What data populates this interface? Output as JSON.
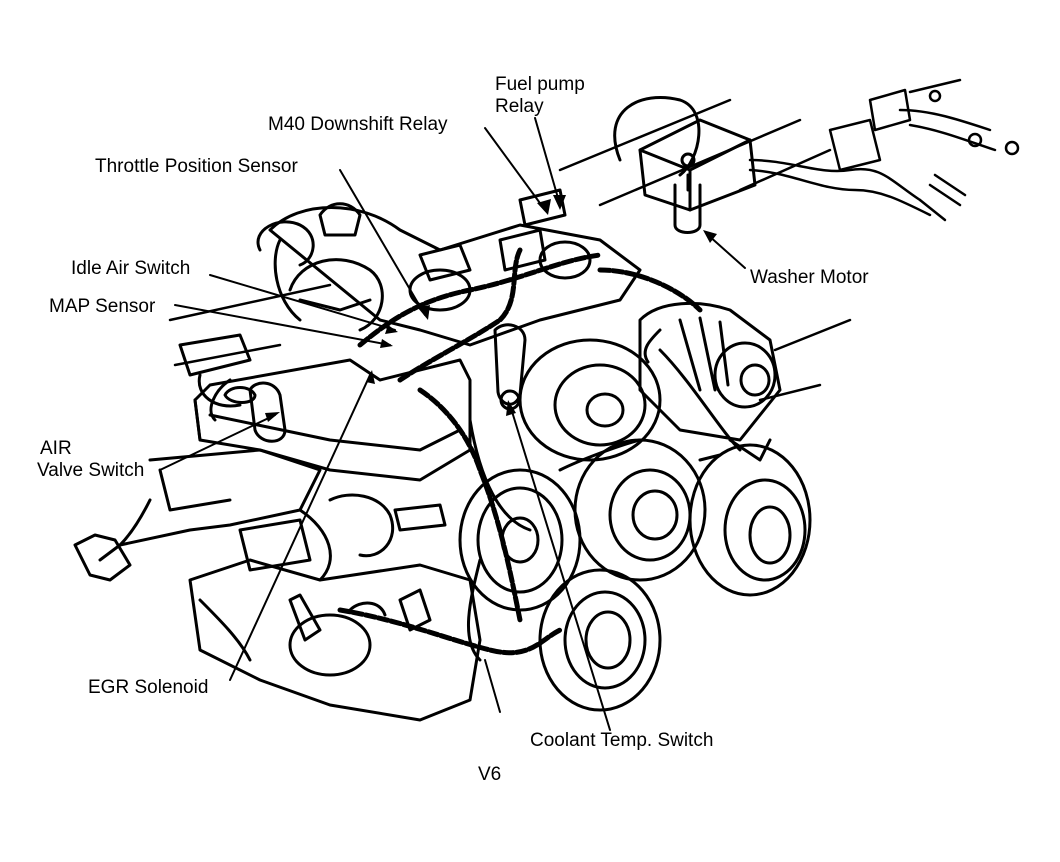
{
  "diagram": {
    "caption": "V6",
    "labels": {
      "fuel_pump_relay_line1": "Fuel pump",
      "fuel_pump_relay_line2": "Relay",
      "m40_downshift_relay": "M40 Downshift Relay",
      "throttle_position_sensor": "Throttle Position Sensor",
      "idle_air_switch": "Idle Air Switch",
      "map_sensor": "MAP Sensor",
      "washer_motor": "Washer Motor",
      "air_valve_switch_line1": "AIR",
      "air_valve_switch_line2": "Valve Switch",
      "egr_solenoid": "EGR Solenoid",
      "coolant_temp_switch": "Coolant Temp. Switch"
    },
    "colors": {
      "ink": "#000000",
      "paper": "#ffffff"
    }
  }
}
